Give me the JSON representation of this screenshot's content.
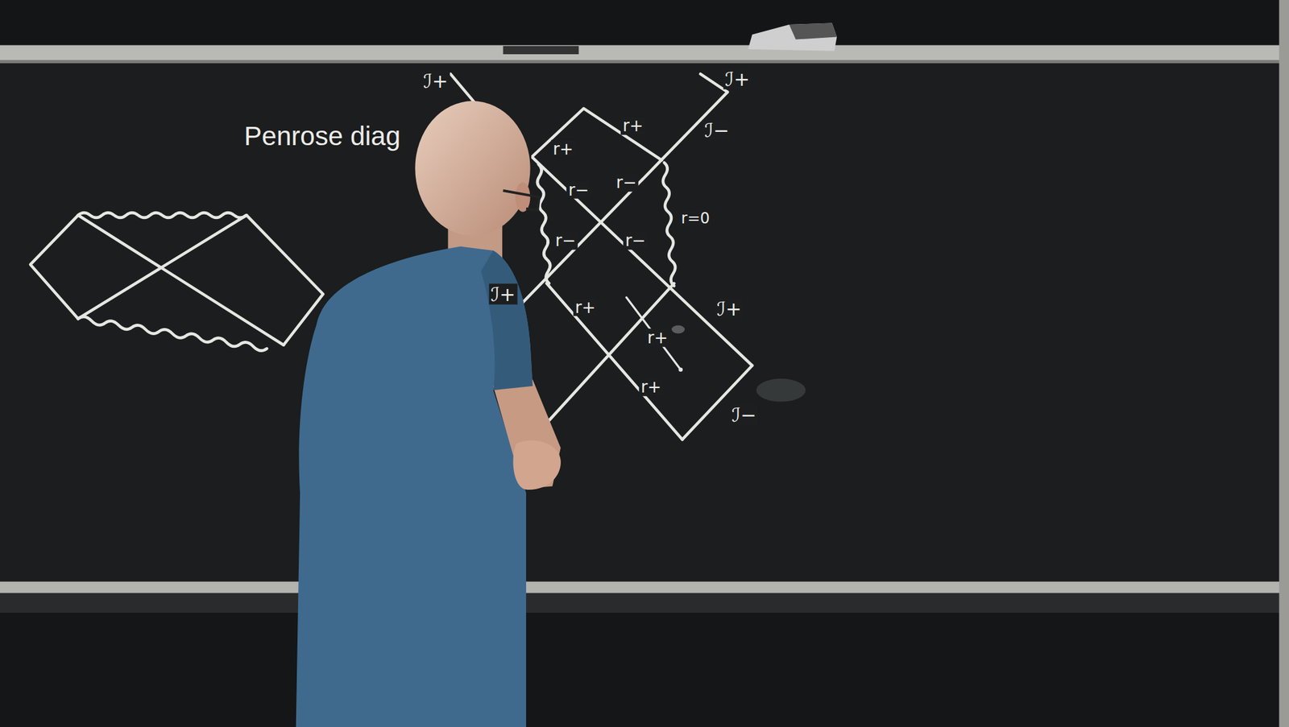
{
  "diagram": {
    "title": "Penrose diag",
    "labels": [
      "ℐ+",
      "ℐ+",
      "r+",
      "ℐ−",
      "r+",
      "r−",
      "r−",
      "r=0",
      "r−",
      "r−",
      "ℐ+",
      "ℐ+",
      "r+",
      "r+",
      "r+",
      "ℐ−"
    ]
  }
}
